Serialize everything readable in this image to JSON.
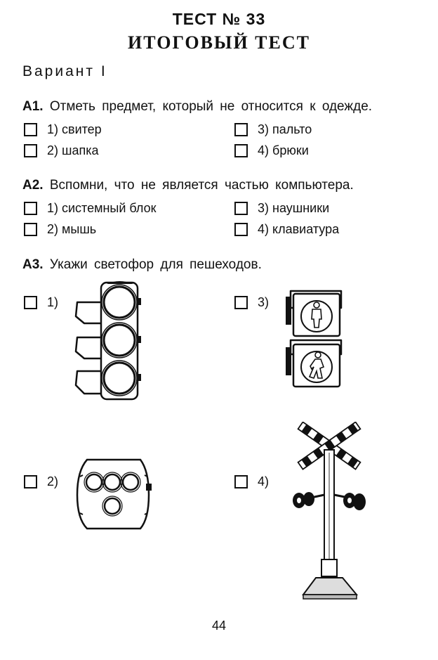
{
  "header": {
    "test_number": "ТЕСТ № 33",
    "test_title": "ИТОГОВЫЙ ТЕСТ",
    "variant": "Вариант I"
  },
  "questions": [
    {
      "id": "A1.",
      "text": "Отметь предмет, который не относится к одежде.",
      "options": [
        "1) свитер",
        "2) шапка",
        "3) пальто",
        "4) брюки"
      ]
    },
    {
      "id": "A2.",
      "text": "Вспомни, что не является частью компьютера.",
      "options": [
        "1) системный блок",
        "2) мышь",
        "3) наушники",
        "4) клавиатура"
      ]
    },
    {
      "id": "A3.",
      "text": "Укажи светофор для пешеходов.",
      "options": [
        "1)",
        "2)",
        "3)",
        "4)"
      ],
      "option_images": [
        "vehicle-traffic-light",
        "round-traffic-light",
        "pedestrian-traffic-light",
        "railway-crossing-signal"
      ]
    }
  ],
  "page_number": "44"
}
